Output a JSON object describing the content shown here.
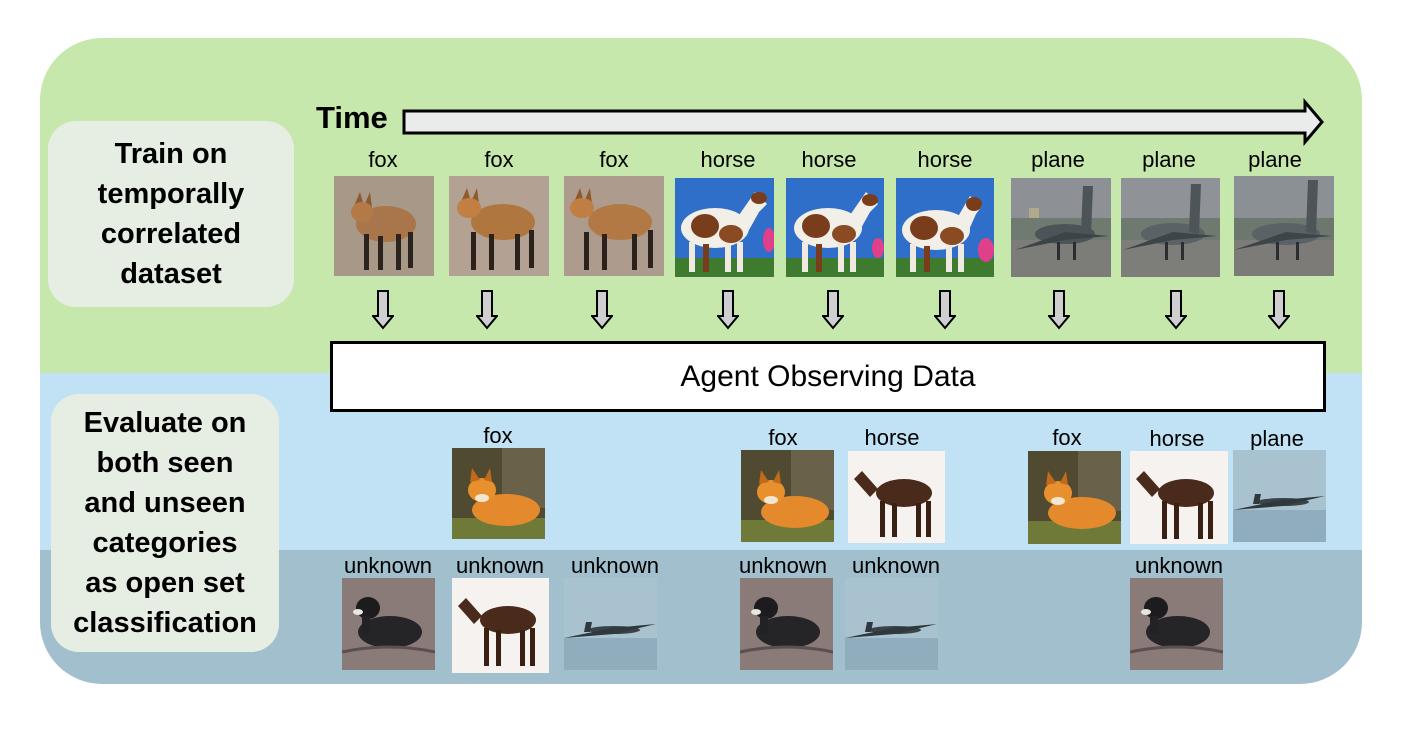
{
  "time_label": "Time",
  "train_box": [
    "Train on",
    "temporally",
    "correlated",
    "dataset"
  ],
  "eval_box": [
    "Evaluate on",
    "both seen",
    "and unseen",
    "categories",
    "as open set",
    "classification"
  ],
  "agent_label": "Agent Observing Data",
  "train_stream": [
    "fox",
    "fox",
    "fox",
    "horse",
    "horse",
    "horse",
    "plane",
    "plane",
    "plane"
  ],
  "seen_eval": [
    "fox",
    "fox",
    "horse",
    "fox",
    "horse",
    "plane"
  ],
  "unseen_eval": [
    "unknown",
    "unknown",
    "unknown",
    "unknown",
    "unknown",
    "unknown"
  ],
  "colors": {
    "green_band": "#c6e8ad",
    "blue_band": "#c1e2f4",
    "gray_band": "#a1bfcd",
    "side_box": "#e6eee4"
  }
}
